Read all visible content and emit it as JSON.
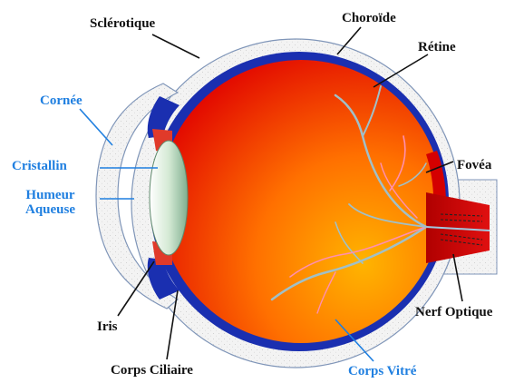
{
  "labels": {
    "sclerotique": "Sclérotique",
    "choroide": "Choroïde",
    "retine": "Rétine",
    "cornee": "Cornée",
    "cristallin": "Cristallin",
    "humeur_line1": "Humeur",
    "humeur_line2": "Aqueuse",
    "fovea": "Fovéa",
    "iris": "Iris",
    "corps_ciliaire": "Corps Ciliaire",
    "corps_vitre": "Corps Vitré",
    "nerf_optique": "Nerf Optique"
  },
  "colors": {
    "label_dark": "#111111",
    "label_blue": "#1f7fe0",
    "sclera_fill": "#f1f1f1",
    "sclera_outline": "#7f95b8",
    "choroid": "#1a2fb0",
    "vitreous_light": "#ffb000",
    "vitreous_dark": "#e80000",
    "lens": "#cfe6cf",
    "vessels": "#a0c0c8",
    "vessels_pink": "#ff8fb0",
    "nerve": "#c00000"
  }
}
